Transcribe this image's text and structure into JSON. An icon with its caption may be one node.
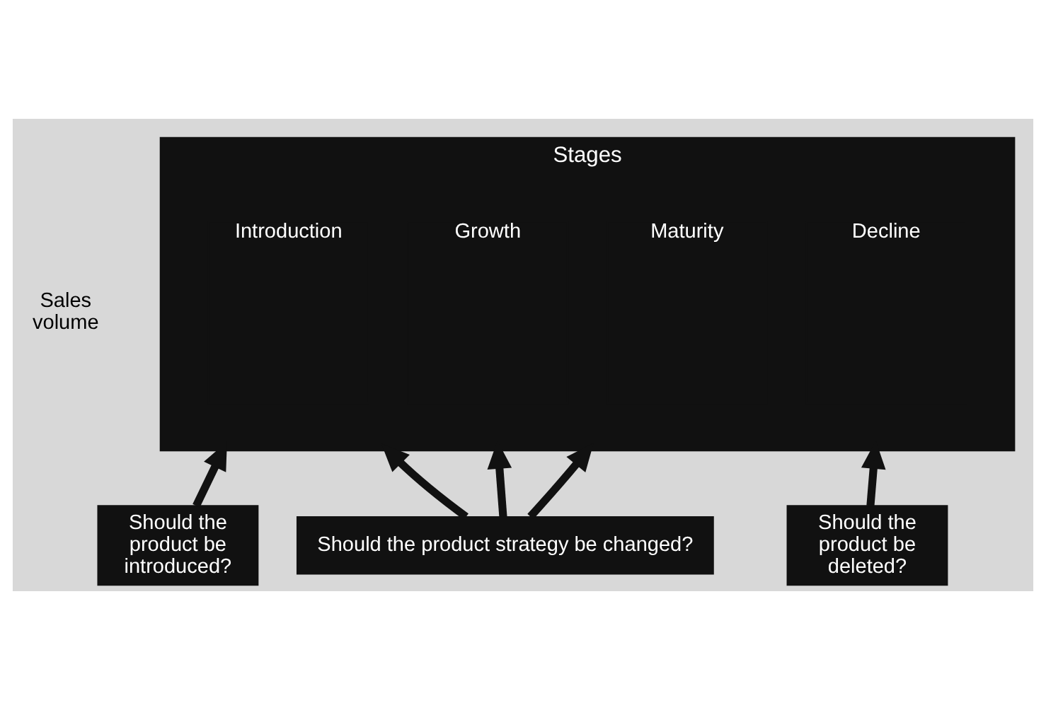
{
  "diagram": {
    "nodes": [
      {
        "text": [
          "Stages"
        ]
      },
      {
        "text": [
          "Introduction"
        ],
        "in": 0
      },
      {
        "text": [
          "Growth"
        ],
        "in": 0
      },
      {
        "text": [
          "Maturity"
        ],
        "in": 0
      },
      {
        "text": [
          "Decline"
        ],
        "in": 0
      },
      {
        "text": [
          "Should the product be introduced?"
        ]
      },
      {
        "text": [
          "Should the product strategy be changed?"
        ]
      },
      {
        "text": [
          "Should the product be deleted?"
        ]
      }
    ],
    "edges": [
      {
        "from": 5,
        "to": 0,
        "arrow": "to"
      },
      {
        "from": 6,
        "to": 0,
        "arrow": "to"
      },
      {
        "from": 6,
        "to": 0,
        "arrow": "to"
      },
      {
        "from": 6,
        "to": 0,
        "arrow": "to"
      },
      {
        "from": 7,
        "to": 0,
        "arrow": "to"
      }
    ],
    "labels": [
      "Sales volume"
    ]
  }
}
